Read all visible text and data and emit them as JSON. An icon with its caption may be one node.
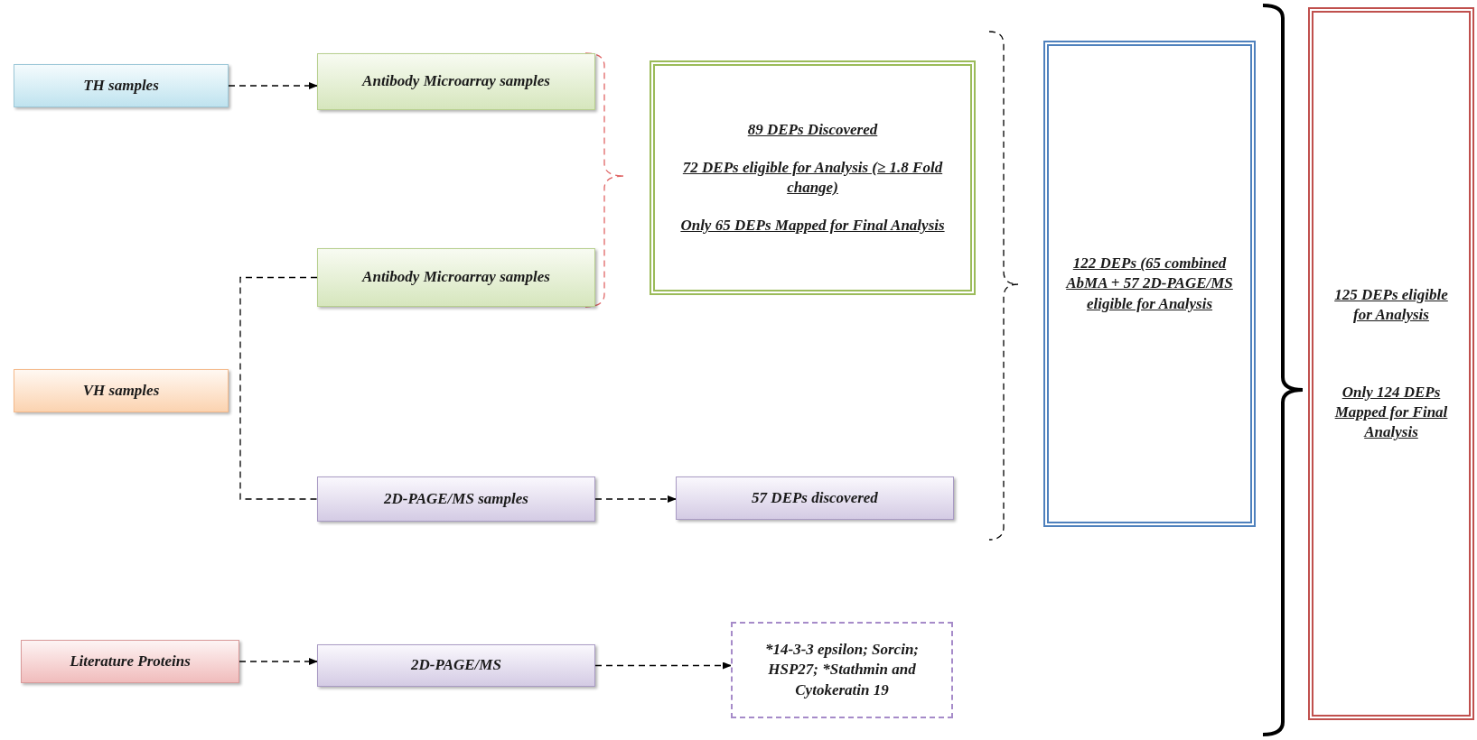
{
  "diagram": {
    "nodes": [
      {
        "text": [
          "TH samples"
        ]
      },
      {
        "text": [
          "Antibody Microarray samples"
        ]
      },
      {
        "text": [
          "Antibody Microarray samples"
        ]
      },
      {
        "text": [
          "VH samples"
        ]
      },
      {
        "text": [
          "2D-PAGE/MS samples"
        ]
      },
      {
        "text": [
          "57 DEPs discovered"
        ]
      },
      {
        "text": [
          "Literature Proteins"
        ]
      },
      {
        "text": [
          "2D-PAGE/MS"
        ]
      },
      {
        "text": [
          "*14-3-3 epsilon; Sorcin; HSP27; *Stathmin and Cytokeratin 19"
        ]
      },
      {
        "text": [
          "89 DEPs Discovered",
          "72 DEPs eligible for Analysis (≥ 1.8 Fold change)",
          "Only 65 DEPs Mapped for Final Analysis"
        ]
      },
      {
        "text": [
          "122 DEPs (65 combined AbMA + 57 2D-PAGE/MS eligible for Analysis"
        ]
      },
      {
        "text": [
          "125 DEPs eligible for Analysis",
          "Only 124 DEPs Mapped for Final Analysis"
        ]
      }
    ],
    "edges": [
      {
        "from": 0,
        "to": 1,
        "arrow": "to",
        "style": "dashed"
      },
      {
        "from": 2,
        "to": 4,
        "arrow": "none",
        "style": "dashed"
      },
      {
        "from": 4,
        "to": 5,
        "arrow": "to",
        "style": "dashed"
      },
      {
        "from": 6,
        "to": 7,
        "arrow": "to",
        "style": "dashed"
      },
      {
        "from": 7,
        "to": 8,
        "arrow": "to",
        "style": "dashed"
      }
    ]
  }
}
